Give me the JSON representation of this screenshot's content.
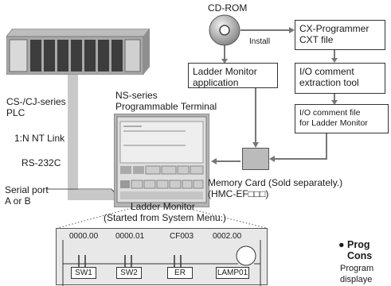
{
  "plc": {
    "label_line1": "CS-/CJ-series",
    "label_line2": "PLC"
  },
  "links": {
    "nt_link": "1:N NT Link",
    "rs232c": "RS-232C"
  },
  "serial": {
    "line1": "Serial port",
    "line2": "A or B"
  },
  "terminal": {
    "line1": "NS-series",
    "line2": "Programmable Terminal"
  },
  "cdrom": {
    "label": "CD-ROM",
    "install": "Install"
  },
  "boxes": {
    "cxp_line1": "CX-Programmer",
    "cxp_line2": "CXT file",
    "ladder_app_line1": "Ladder Monitor",
    "ladder_app_line2": "application",
    "io_tool_line1": "I/O comment",
    "io_tool_line2": "extraction tool",
    "io_file_line1": "I/O comment file",
    "io_file_line2": "for Ladder Monitor"
  },
  "memory_card": {
    "line1": "Memory Card (Sold separately.)",
    "line2": "(HMC-EF□□□)"
  },
  "ladder_monitor": {
    "line1": "Ladder Monitor",
    "line2": "(Started from System Menu.)"
  },
  "ladder": {
    "addresses": [
      "0000.00",
      "0000.01",
      "CF003",
      "0002.00"
    ],
    "contacts": [
      "SW1",
      "SW2",
      "ER",
      "LAMP01"
    ]
  },
  "side_text": {
    "heading1": "● Prog",
    "heading2": "Cons",
    "body1": "Program",
    "body2": "displaye"
  },
  "colors": {
    "bar": "#c8c8c8",
    "line": "#777777",
    "card": "#bbbbbb"
  }
}
